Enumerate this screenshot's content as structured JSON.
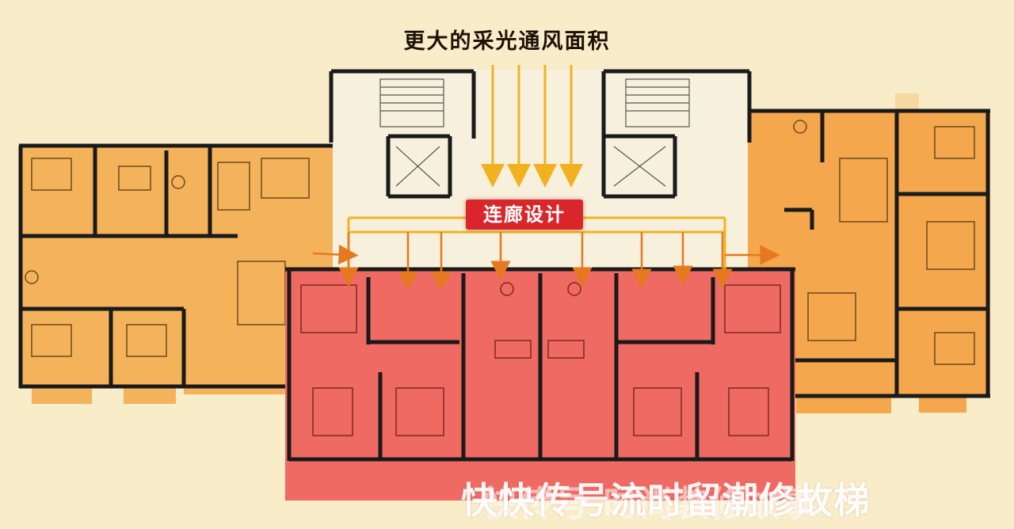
{
  "title": "更大的采光通风面积",
  "corridor_label": "连廊设计",
  "watermark": "快快传号流时留潮修故梯",
  "watermark_ghost": "快传号 时尚装修故事",
  "colors": {
    "background": "#f9ecc9",
    "left_unit": "#f4b35a",
    "right_unit": "#f4a74c",
    "center_unit": "#ef6a62",
    "core": "#f7f0dc",
    "wall": "#1a1a1a",
    "arrow_light": "#f2b21f",
    "arrow_orange": "#e6781f",
    "badge": "#d9262b"
  },
  "arrows": {
    "daylight_count": 4,
    "distribution_count": 8
  }
}
